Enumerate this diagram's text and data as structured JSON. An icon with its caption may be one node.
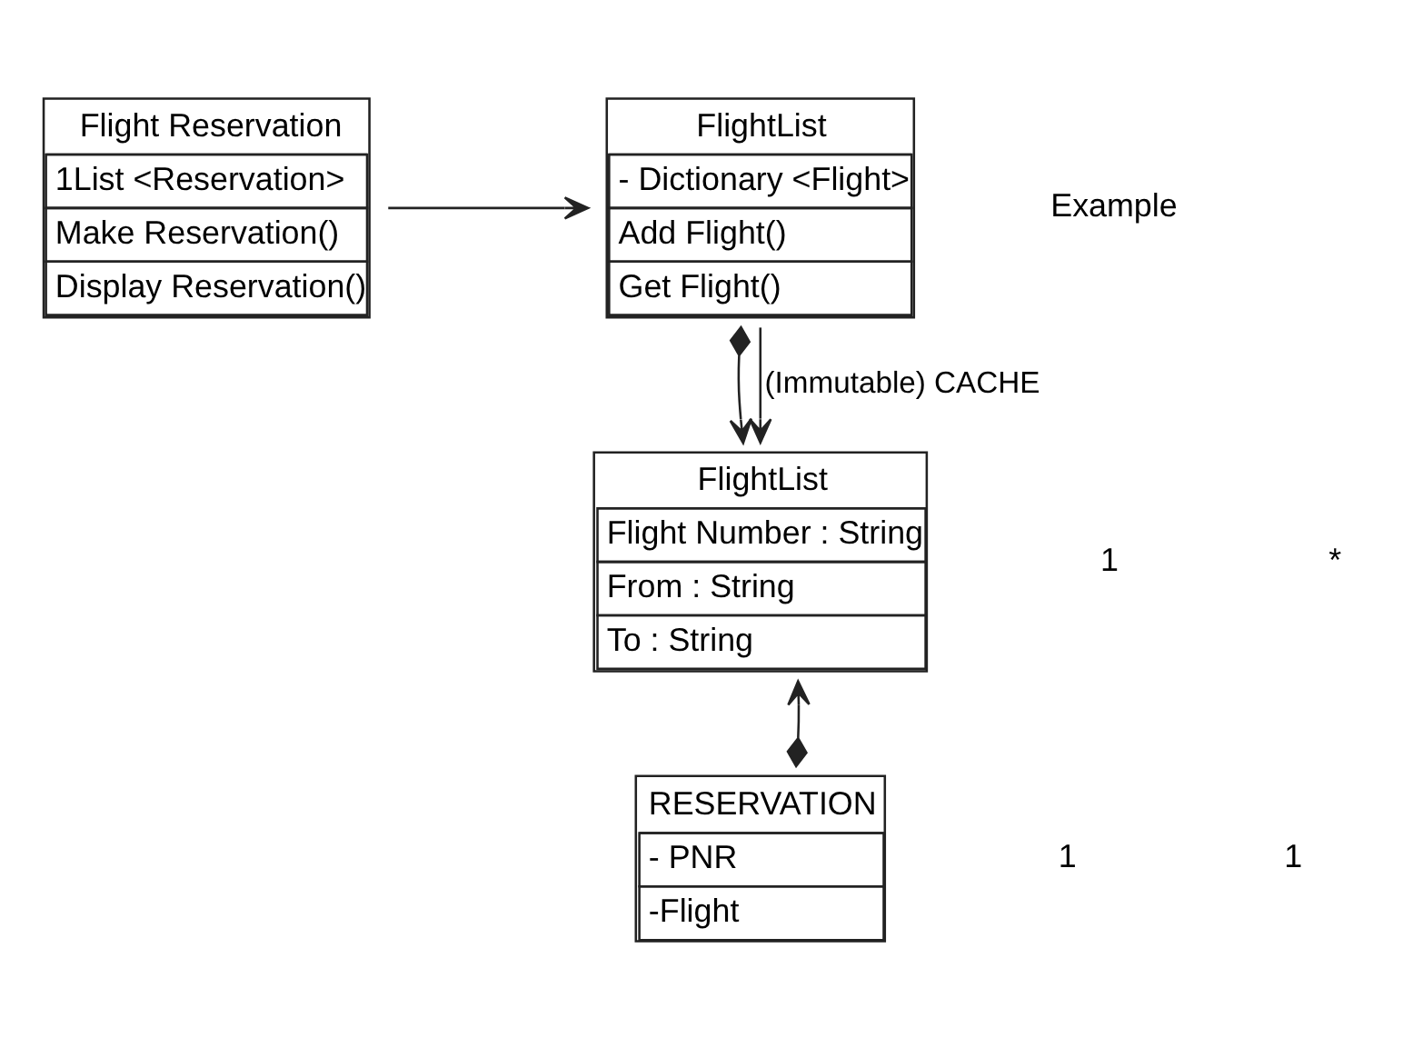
{
  "diagram": {
    "nodes": [
      {
        "text": [
          "Flight Reservation",
          "1List <Reservation>",
          "Make Reservation()",
          "Display Reservation()"
        ]
      },
      {
        "text": [
          "FlightList",
          "- Dictionary <Flight>",
          "Add Flight()",
          "Get Flight()"
        ]
      },
      {
        "text": [
          "FlightList",
          "Flight Number : String",
          "From : String",
          "To : String"
        ]
      },
      {
        "text": [
          "RESERVATION",
          "- PNR",
          "-Flight"
        ]
      }
    ],
    "edges": [
      {
        "from": 0,
        "to": 1,
        "arrow": "to"
      },
      {
        "from": 1,
        "to": 2,
        "arrow": "to"
      },
      {
        "from": 1,
        "to": 2,
        "arrow": "to",
        "label": "(Immutable) CACHE"
      },
      {
        "from": 3,
        "to": 2,
        "arrow": "to"
      }
    ],
    "labels": [
      "Example",
      "1",
      "*",
      "1",
      "1"
    ]
  }
}
